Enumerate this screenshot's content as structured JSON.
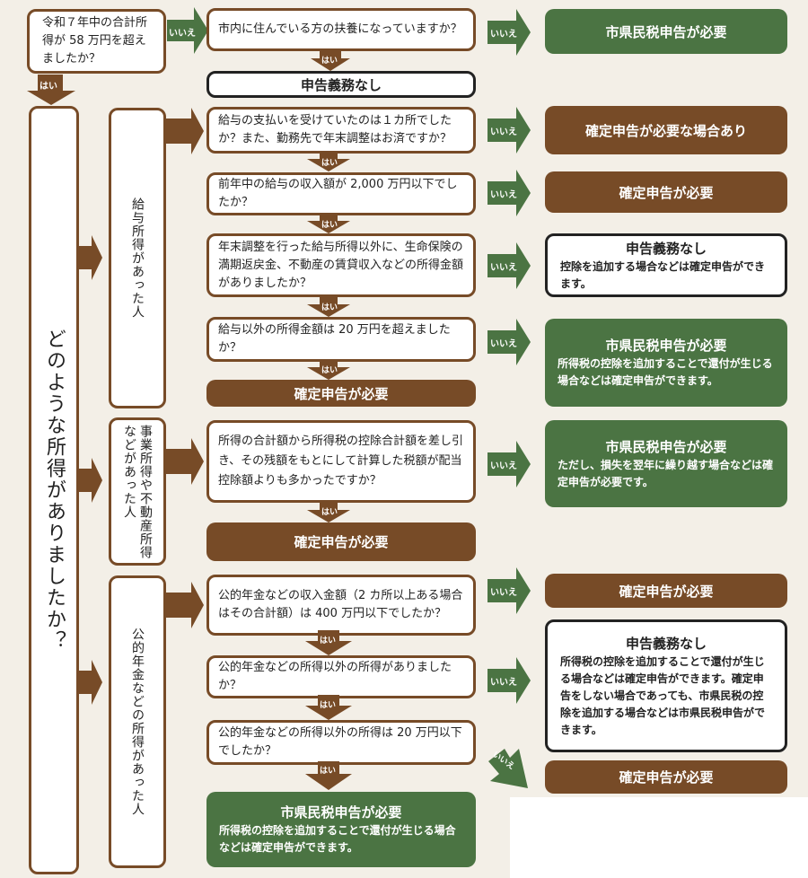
{
  "colors": {
    "background": "#f3efe7",
    "brown": "#774b27",
    "green": "#4b7443",
    "dark": "#222222"
  },
  "labels": {
    "yes": "はい",
    "no": "いいえ"
  },
  "start": {
    "question": "令和７年中の合計所得が 58 万円を超えましたか？",
    "dependent_question": "市内に住んでいる方の扶養になっていますか？",
    "dependent_yes_result": "申告義務なし",
    "dependent_no_result": "市県民税申告が必要"
  },
  "main_question": "どのような所得がありましたか？",
  "categories": [
    {
      "label": "給与所得があった人",
      "steps": [
        {
          "question": "給与の支払いを受けていたのは１カ所でしたか？また、勤務先で年末調整はお済ですか？",
          "no_result": {
            "title": "確定申告が必要な場合あり",
            "desc": ""
          }
        },
        {
          "question": "前年中の給与の収入額が 2,000 万円以下でしたか？",
          "no_result": {
            "title": "確定申告が必要",
            "desc": ""
          }
        },
        {
          "question": "年末調整を行った給与所得以外に、生命保険の満期返戻金、不動産の賃貸収入などの所得金額がありましたか？",
          "no_result": {
            "title": "申告義務なし",
            "desc": "控除を追加する場合などは確定申告ができます。"
          }
        },
        {
          "question": "給与以外の所得金額は 20 万円を超えましたか？",
          "no_result": {
            "title": "市県民税申告が必要",
            "desc": "所得税の控除を追加することで還付が生じる場合などは確定申告ができます。"
          }
        }
      ],
      "final_yes_result": "確定申告が必要"
    },
    {
      "label": "事業所得や不動産所得などがあった人",
      "steps": [
        {
          "question": "所得の合計額から所得税の控除合計額を差し引き、その残額をもとにして計算した税額が配当控除額よりも多かったですか？",
          "no_result": {
            "title": "市県民税申告が必要",
            "desc": "ただし、損失を翌年に繰り越す場合などは確定申告が必要です。"
          }
        }
      ],
      "final_yes_result": "確定申告が必要"
    },
    {
      "label": "公的年金などの所得があった人",
      "steps": [
        {
          "question": "公的年金などの収入金額（2 カ所以上ある場合はその合計額）は 400 万円以下でしたか？",
          "no_result": {
            "title": "確定申告が必要",
            "desc": ""
          }
        },
        {
          "question": "公的年金などの所得以外の所得がありましたか？",
          "no_result": {
            "title": "申告義務なし",
            "desc": "所得税の控除を追加することで還付が生じる場合などは確定申告ができます。確定申告をしない場合であっても、市県民税の控除を追加する場合などは市県民税申告ができます。"
          }
        },
        {
          "question": "公的年金などの所得以外の所得は 20 万円以下でしたか？",
          "no_result": {
            "title": "確定申告が必要",
            "desc": ""
          }
        }
      ],
      "final_yes_result": {
        "title": "市県民税申告が必要",
        "desc": "所得税の控除を追加することで還付が生じる場合などは確定申告ができます。"
      }
    }
  ]
}
